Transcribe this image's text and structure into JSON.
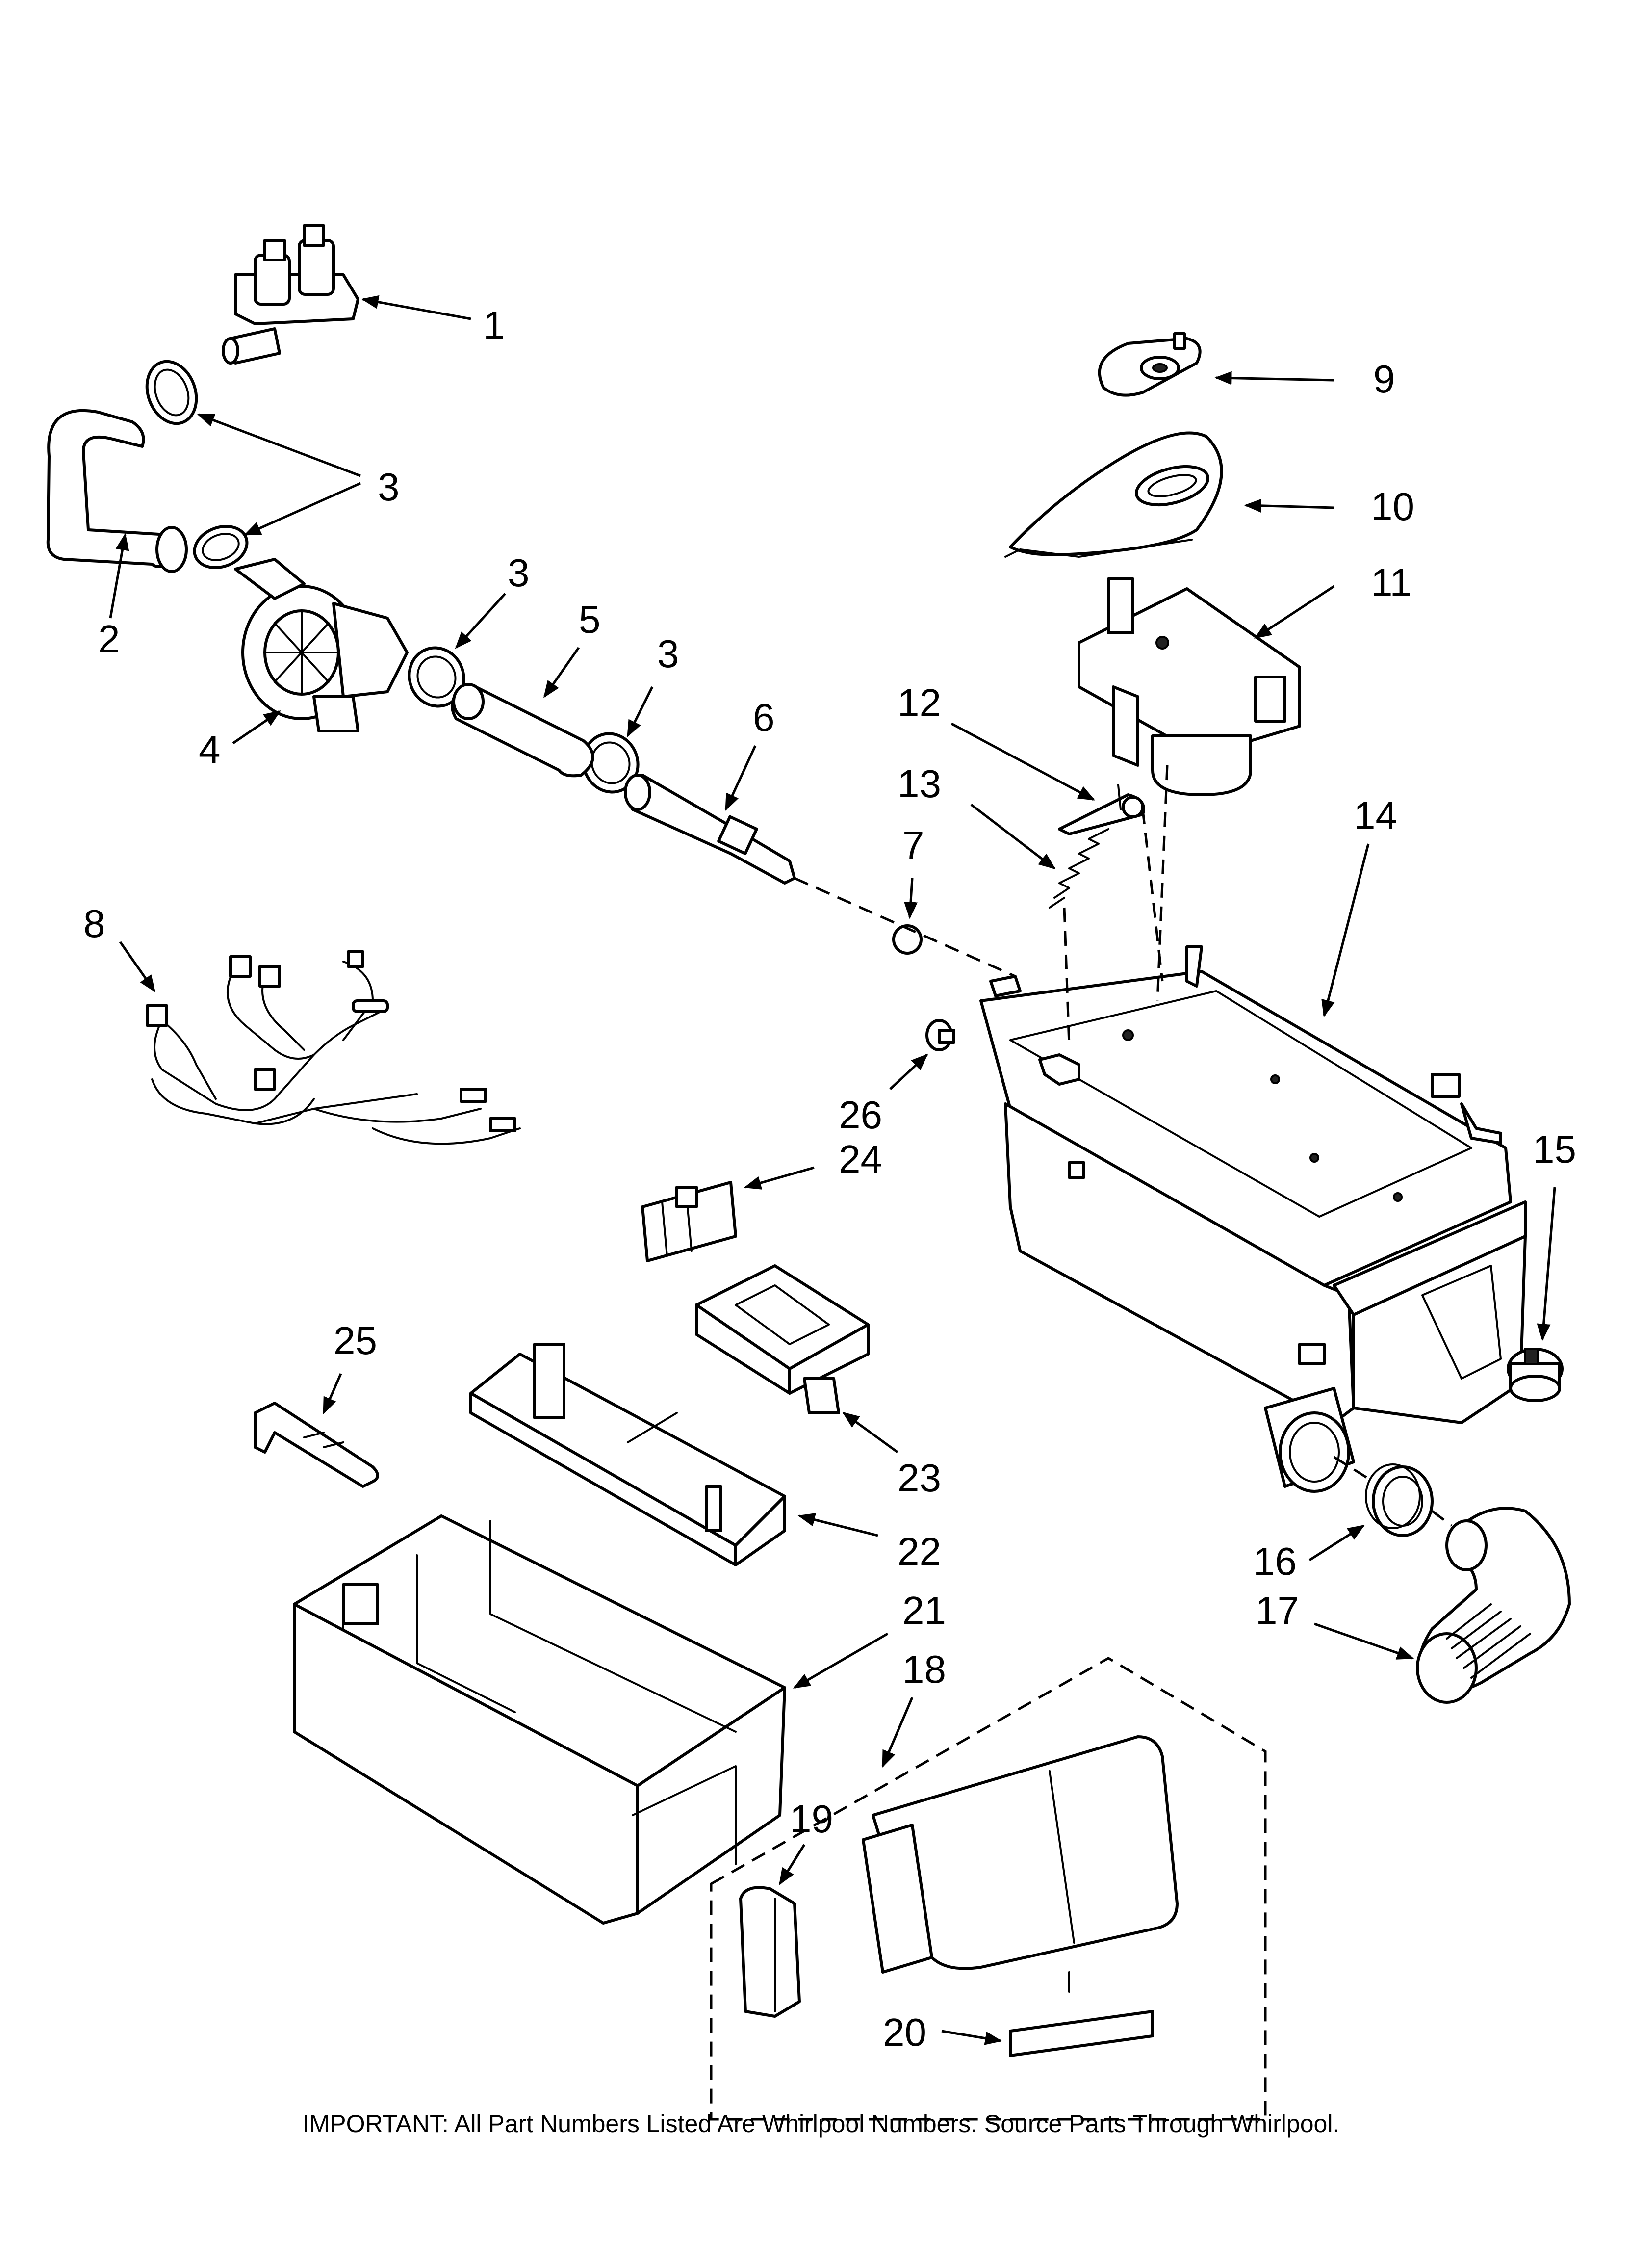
{
  "callouts": {
    "c1": "1",
    "c2": "2",
    "c3a": "3",
    "c3b": "3",
    "c3c": "3",
    "c4": "4",
    "c5": "5",
    "c6": "6",
    "c7": "7",
    "c8": "8",
    "c9": "9",
    "c10": "10",
    "c11": "11",
    "c12": "12",
    "c13": "13",
    "c14": "14",
    "c15": "15",
    "c16": "16",
    "c17": "17",
    "c18": "18",
    "c19": "19",
    "c20": "20",
    "c21": "21",
    "c22": "22",
    "c23": "23",
    "c24": "24",
    "c25": "25",
    "c26": "26"
  },
  "footer": "IMPORTANT: All Part Numbers Listed Are Whirlpool Numbers. Source Parts Through Whirlpool."
}
